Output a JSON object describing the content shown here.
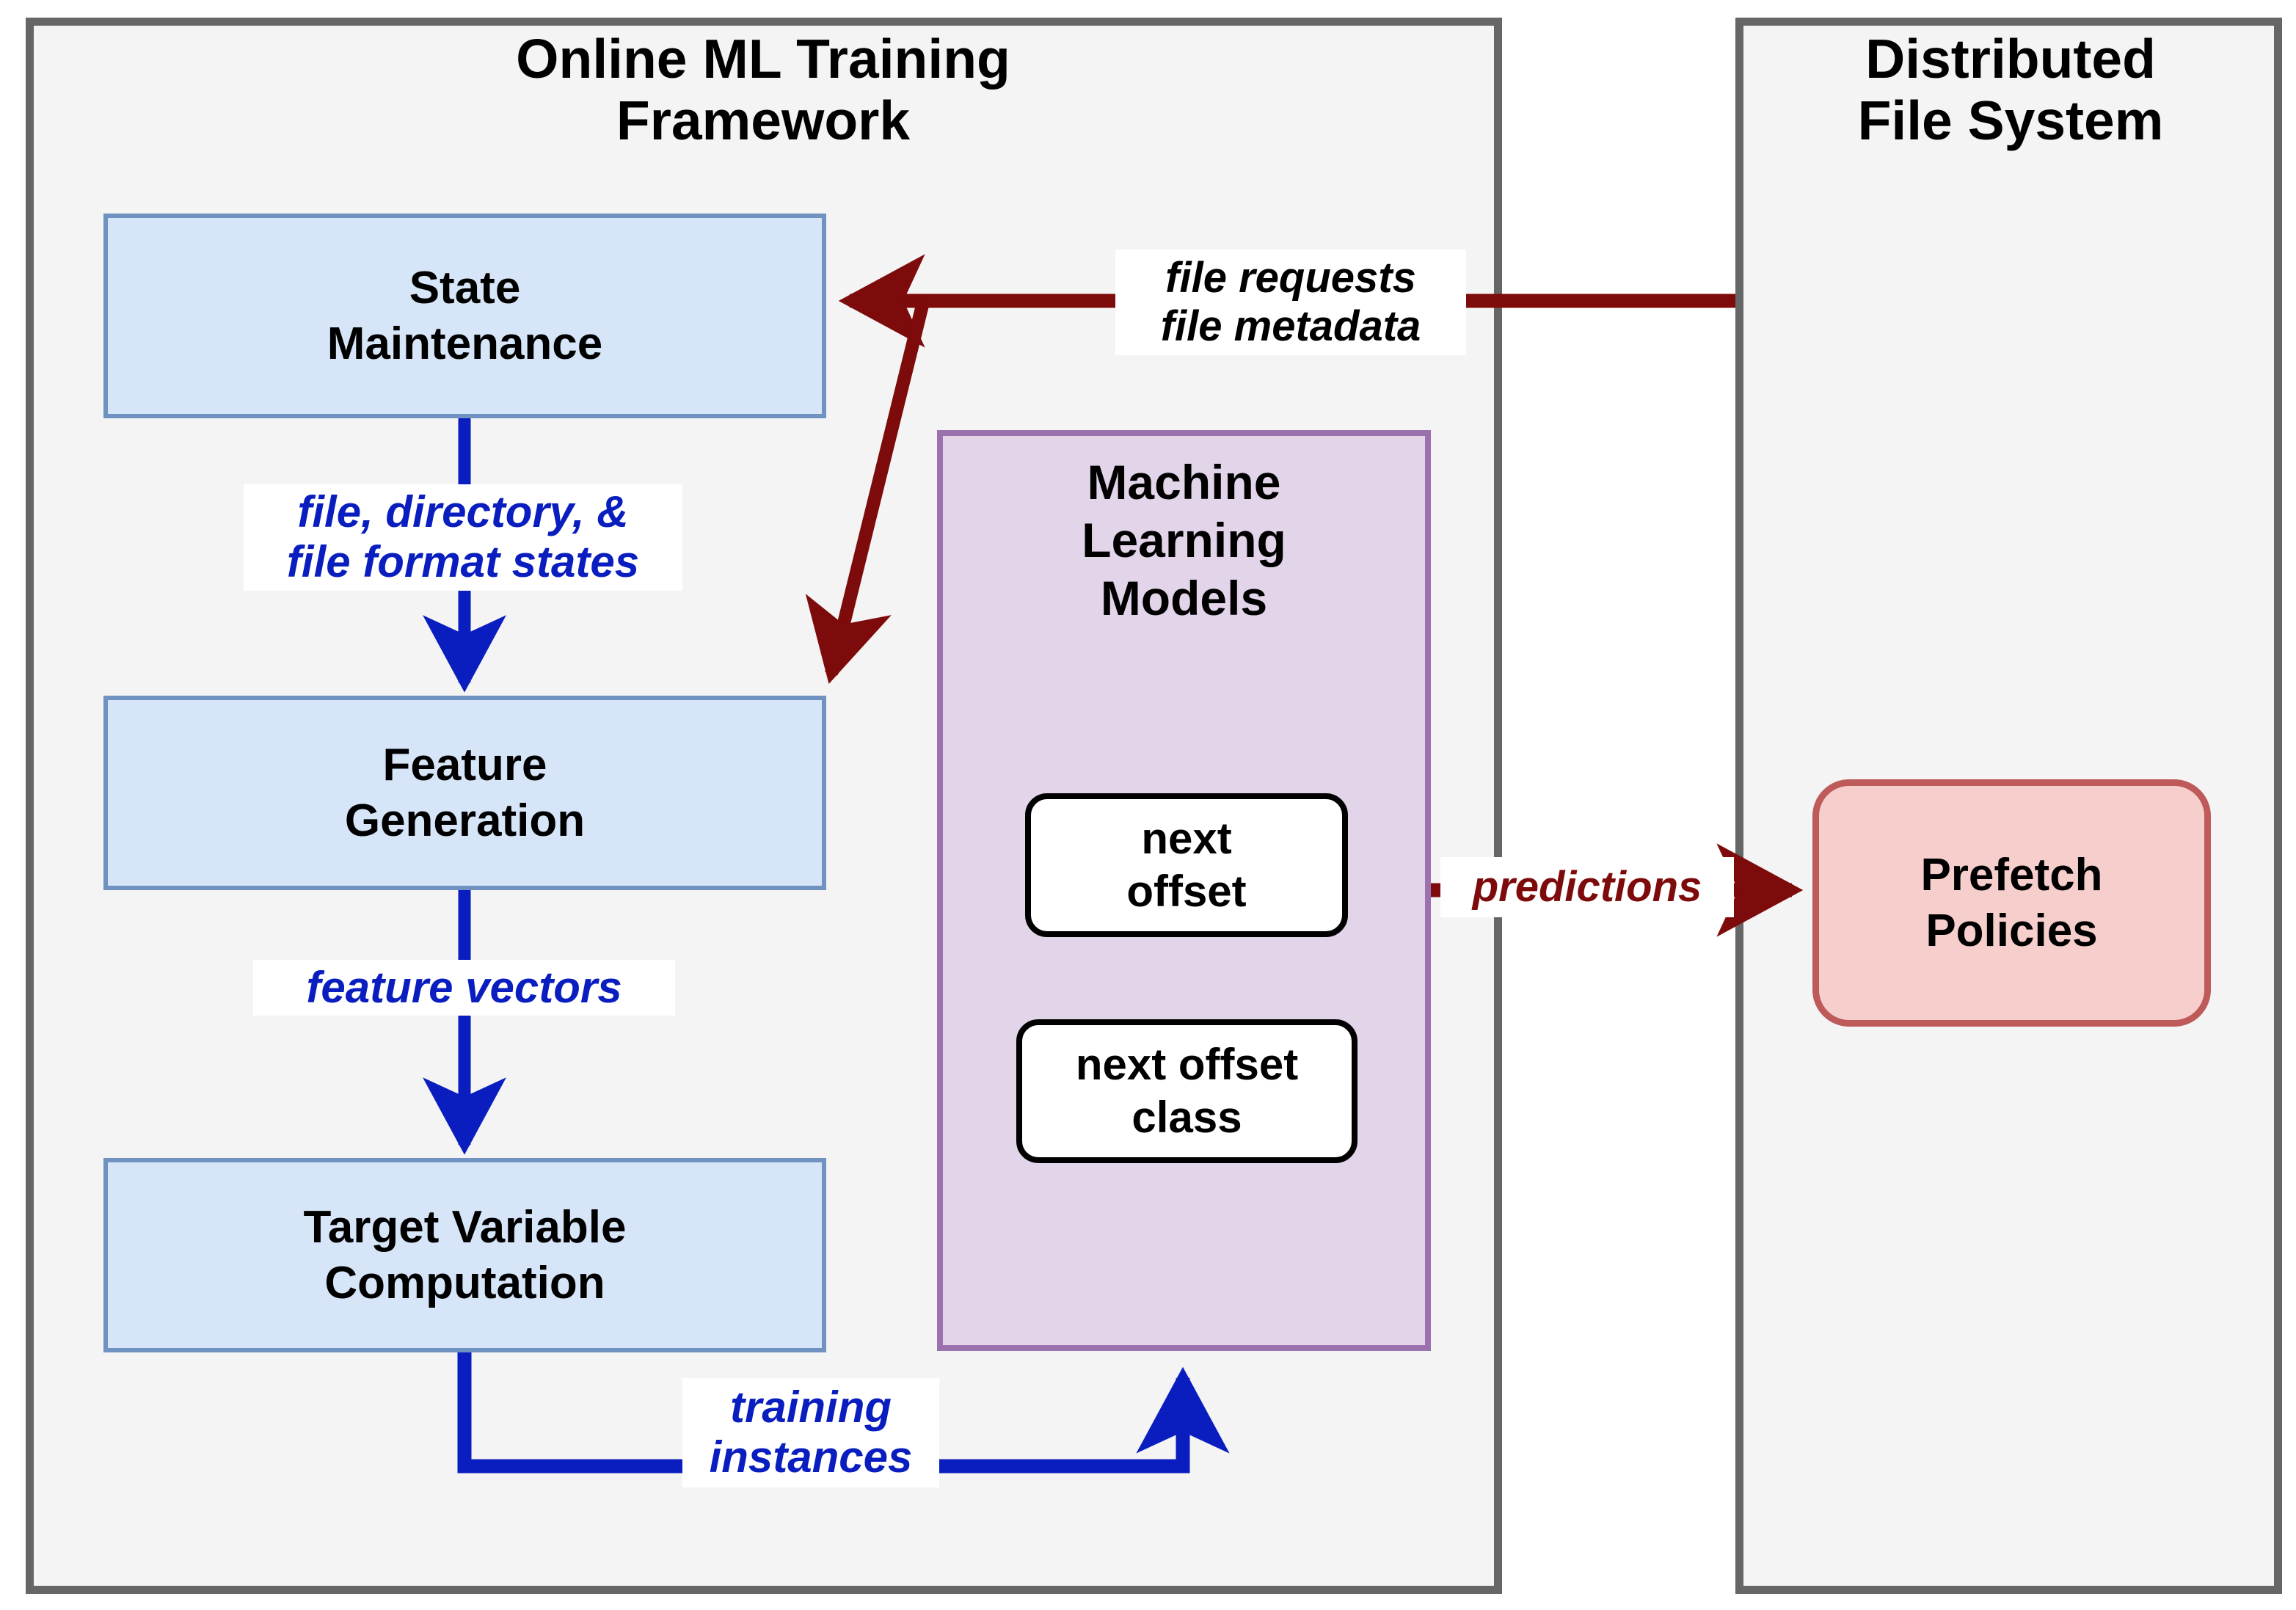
{
  "panels": {
    "left": {
      "title": "Online ML Training\nFramework"
    },
    "right": {
      "title": "Distributed\nFile System"
    }
  },
  "process_boxes": [
    {
      "name": "state-maintenance",
      "label": "State\nMaintenance"
    },
    {
      "name": "feature-generation",
      "label": "Feature\nGeneration"
    },
    {
      "name": "target-variable-computation",
      "label": "Target Variable\nComputation"
    }
  ],
  "ml_group": {
    "title": "Machine\nLearning\nModels",
    "models": [
      {
        "name": "next-offset",
        "label": "next\noffset"
      },
      {
        "name": "next-offset-class",
        "label": "next offset\nclass"
      }
    ]
  },
  "prefetch": {
    "label": "Prefetch\nPolicies"
  },
  "edge_labels": {
    "states": "file, directory, &\nfile format states",
    "vectors": "feature vectors",
    "training": "training\ninstances",
    "requests": "file requests\nfile metadata",
    "predictions": "predictions"
  },
  "colors": {
    "panel_fill": "#f4f4f4",
    "panel_border": "#666666",
    "process_fill": "#d6e5f7",
    "process_border": "#6f92c0",
    "ml_fill": "#e2d4e9",
    "ml_border": "#9b72ae",
    "prefetch_fill": "#f6cfcc",
    "prefetch_border": "#bf5a5a",
    "flow_blue": "#0a1ec0",
    "flow_darkred": "#7d0b0b",
    "model_border": "#000000"
  },
  "chart_data": {
    "type": "diagram",
    "title": "Online ML Training Framework interacting with a Distributed File System",
    "nodes": [
      {
        "id": "state",
        "label": "State Maintenance",
        "group": "Online ML Training Framework"
      },
      {
        "id": "feature",
        "label": "Feature Generation",
        "group": "Online ML Training Framework"
      },
      {
        "id": "target",
        "label": "Target Variable Computation",
        "group": "Online ML Training Framework"
      },
      {
        "id": "ml",
        "label": "Machine Learning Models",
        "group": "Online ML Training Framework"
      },
      {
        "id": "offset",
        "label": "next offset",
        "group": "Machine Learning Models"
      },
      {
        "id": "offclass",
        "label": "next offset class",
        "group": "Machine Learning Models"
      },
      {
        "id": "dfs",
        "label": "Distributed File System",
        "group": "root"
      },
      {
        "id": "prefetch",
        "label": "Prefetch Policies",
        "group": "Distributed File System"
      }
    ],
    "edges": [
      {
        "from": "state",
        "to": "feature",
        "label": "file, directory, & file format states",
        "color": "#0a1ec0"
      },
      {
        "from": "feature",
        "to": "target",
        "label": "feature vectors",
        "color": "#0a1ec0"
      },
      {
        "from": "target",
        "to": "ml",
        "label": "training instances",
        "color": "#0a1ec0"
      },
      {
        "from": "dfs",
        "to": "state",
        "label": "file requests / file metadata",
        "color": "#7d0b0b"
      },
      {
        "from": "dfs",
        "to": "feature",
        "label": "file requests / file metadata",
        "color": "#7d0b0b"
      },
      {
        "from": "ml",
        "to": "prefetch",
        "label": "predictions",
        "color": "#7d0b0b"
      }
    ]
  }
}
